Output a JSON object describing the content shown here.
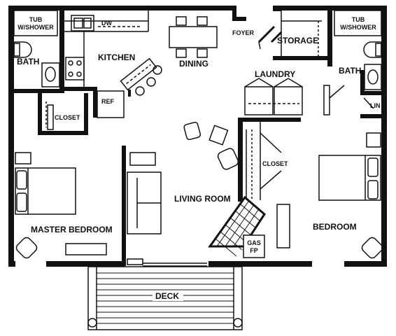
{
  "plan": {
    "labels": {
      "tub_left_1": "TUB",
      "tub_left_2": "W/SHOWER",
      "tub_right_1": "TUB",
      "tub_right_2": "W/SHOWER",
      "dw": "DW",
      "foyer": "FOYER",
      "storage": "STORAGE",
      "kitchen": "KITCHEN",
      "dining": "DINING",
      "laundry": "LAUNDRY",
      "bath_left": "BATH",
      "bath_right": "BATH",
      "ref": "REF",
      "closet_left": "CLOSET",
      "closet_center": "CLOSET",
      "lin": "LIN",
      "living_room": "LIVING ROOM",
      "master_bedroom": "MASTER BEDROOM",
      "bedroom": "BEDROOM",
      "gas_fp_1": "GAS",
      "gas_fp_2": "FP",
      "deck": "DECK"
    },
    "colors": {
      "wall": "#111111",
      "line": "#111111",
      "background": "#ffffff"
    }
  }
}
